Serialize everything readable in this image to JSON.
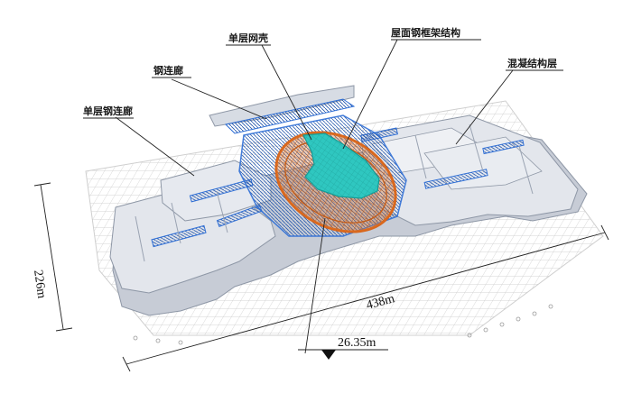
{
  "labels": {
    "single_layer_shell": "单层网壳",
    "roof_steel_frame": "屋面钢框架结构",
    "steel_corridor": "钢连廊",
    "single_layer_steel_corridor": "单层钢连廊",
    "concrete_structure_layer": "混凝结构层"
  },
  "dimensions": {
    "length": "438m",
    "width": "226m",
    "elevation": "26.35m"
  },
  "colors": {
    "slab": "#dfe3ea",
    "slab_edge": "#9aa3b2",
    "steel_blue": "#2f6fd6",
    "orange_frame": "#e0762a",
    "teal_shell": "#2fc7c0",
    "grid": "#b7b7b7"
  }
}
